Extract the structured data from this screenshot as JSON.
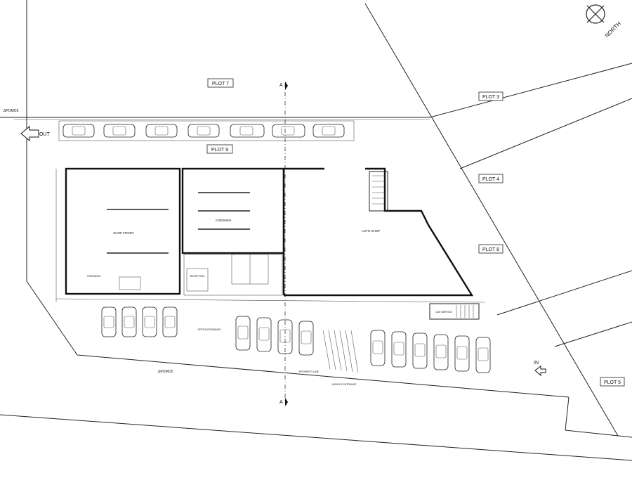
{
  "plots": {
    "plot7": "PLOT 7",
    "plot3": "PLOT 3",
    "plot9": "PLOT 9",
    "plot4": "PLOT 4",
    "plot8": "PLOT 8",
    "plot5": "PLOT 5"
  },
  "north_label": "NORTH",
  "road_label_left": "ΔΡΟΜΟΣ",
  "road_label_bottom": "ΔΡΟΜΟΣ",
  "out_label": "OUT",
  "in_label": "IN",
  "section_marker": "A",
  "rooms": {
    "shop_front": "SHOP FRONT",
    "storage": "ΑΠΟΘΗΚΗ",
    "auto_shop": "AUTO SHOP",
    "reception": "RECEPTION",
    "entrance": "ENTRANCE",
    "office_entrance": "OFFICE ENTRANCE",
    "car_service": "CAR SERVICE",
    "vehicle_entrance": "VEHICLE ENTRANCE",
    "property_line": "PROPERTY LINE"
  }
}
